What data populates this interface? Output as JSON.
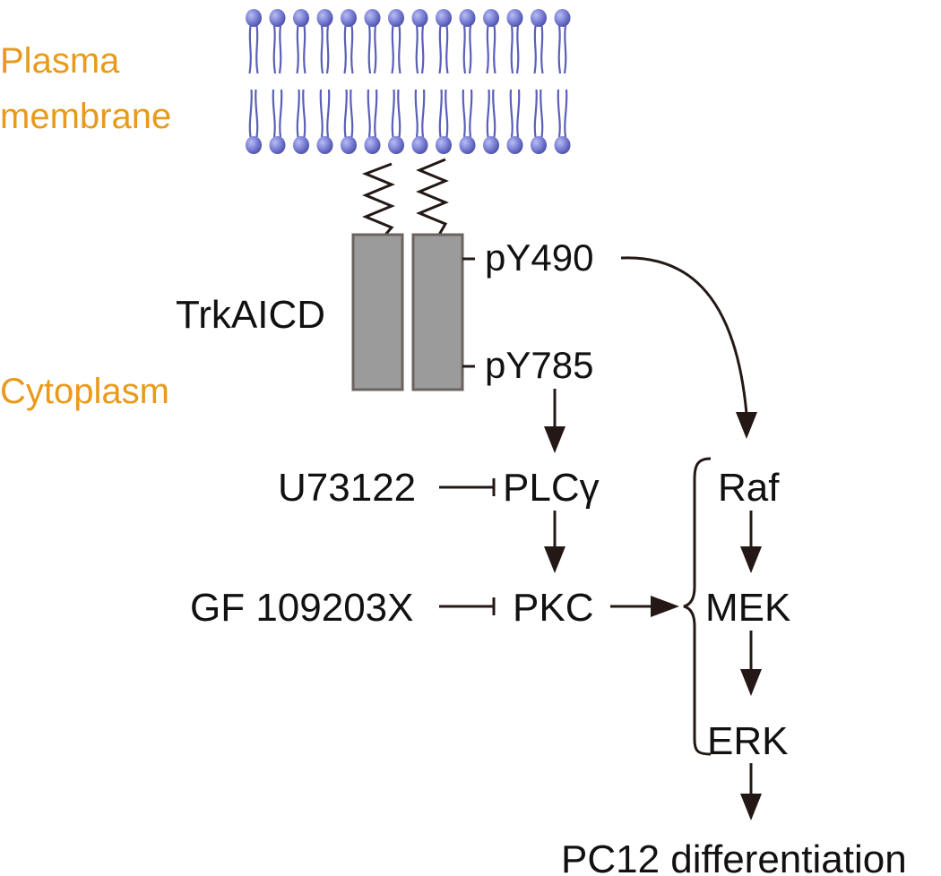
{
  "regions": {
    "plasma_line1": "Plasma",
    "plasma_line2": "membrane",
    "cytoplasm": "Cytoplasm"
  },
  "receptor": {
    "label": "TrkAICD",
    "site_top": "pY490",
    "site_bottom": "pY785"
  },
  "nodes": {
    "plc": "PLCγ",
    "pkc": "PKC",
    "raf": "Raf",
    "mek": "MEK",
    "erk": "ERK",
    "outcome": "PC12 differentiation"
  },
  "inhibitors": {
    "plc_inhibitor": "U73122",
    "pkc_inhibitor": "GF 109203X"
  },
  "colors": {
    "region_text": "#e89a1c",
    "lipid_head": "#6f73c9",
    "lipid_tail": "#5a5fb8",
    "receptor_fill": "#9b9b9b",
    "receptor_stroke": "#6b6360",
    "arrow": "#231815"
  }
}
